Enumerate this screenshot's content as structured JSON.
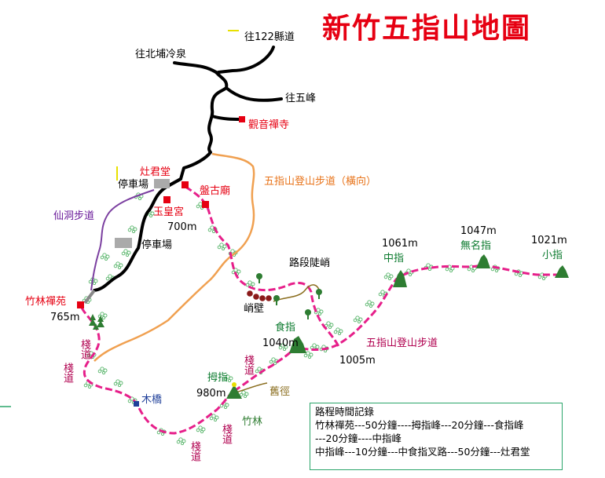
{
  "title": "新竹五指山地圖",
  "colors": {
    "road": "#000000",
    "trail": "#e61f8a",
    "cross_trail": "#f0a050",
    "xian_trail": "#6a1b9a",
    "peak": "#2e7d32",
    "site_marker": "#e60012",
    "title": "#e60012",
    "bridge": "#1f3f99"
  },
  "roads": {
    "to_county122": "往122縣道",
    "to_beipu": "往北埔冷泉",
    "to_wufeng": "往五峰"
  },
  "sites": {
    "guanyin_temple": "觀音禪寺",
    "zaojun_hall": "灶君堂",
    "pangu_temple": "盤古廟",
    "yuhuang_palace": "玉皇宮",
    "yuhuang_altitude": "700m",
    "parking1": "停車場",
    "parking2": "停車場",
    "zhulin_temple": "竹林禪苑",
    "zhulin_altitude": "765m"
  },
  "trails": {
    "cross_trail": "五指山登山步道（橫向）",
    "xian_trail": "仙洞步道",
    "main_trail": "五指山登山步道",
    "steep_section": "路段陡峭",
    "cliff": "峭壁",
    "plank1": "棧道",
    "plank2": "棧道",
    "plank3": "棧道",
    "plank4": "棧道",
    "plank5": "棧道",
    "bridge": "木橋",
    "old_path": "舊徑",
    "bamboo": "竹林"
  },
  "peaks": {
    "thumb": {
      "name": "拇指",
      "altitude": "980m"
    },
    "index": {
      "name": "食指",
      "altitude": "1040m"
    },
    "middle": {
      "name": "中指",
      "altitude": "1061m"
    },
    "ring": {
      "name": "無名指",
      "altitude": "1047m"
    },
    "little": {
      "name": "小指",
      "altitude": "1021m"
    },
    "index_junction_altitude": "1005m"
  },
  "record": {
    "heading": "路程時間記錄",
    "line1": "竹林禪苑---50分鐘----拇指峰---20分鐘---食指峰",
    "line2": "---20分鐘----中指峰",
    "line3": "中指峰---10分鐘---中食指叉路---50分鐘---灶君堂"
  }
}
